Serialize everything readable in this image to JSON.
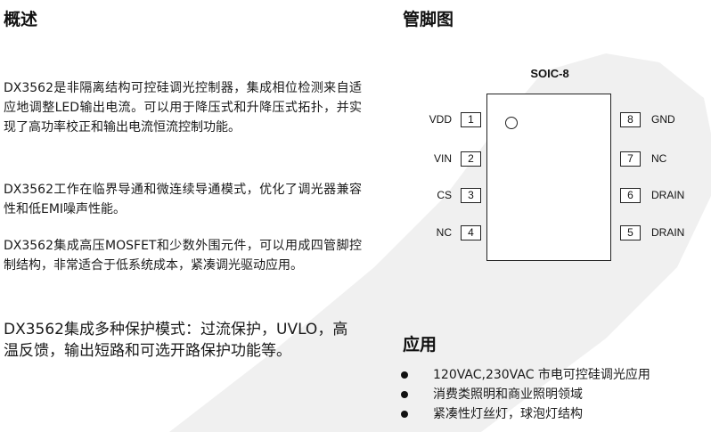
{
  "overview": {
    "heading": "概述",
    "paragraphs": [
      "DX3562是非隔离结构可控硅调光控制器，集成相位检测来自适应地调整LED输出电流。可以用于降压式和升降压式拓扑，并实现了高功率校正和输出电流恒流控制功能。",
      "DX3562工作在临界导通和微连续导通模式，优化了调光器兼容性和低EMI噪声性能。",
      "DX3562集成高压MOSFET和少数外围元件，可以用成四管脚控制结构，非常适合于低系统成本，紧凑调光驱动应用。",
      "DX3562集成多种保护模式：过流保护，UVLO，高温反馈，输出短路和可选开路保护功能等。"
    ]
  },
  "pinout": {
    "heading": "管脚图",
    "package": "SOIC-8",
    "left_pins": [
      {
        "num": "1",
        "name": "VDD"
      },
      {
        "num": "2",
        "name": "VIN"
      },
      {
        "num": "3",
        "name": "CS"
      },
      {
        "num": "4",
        "name": "NC"
      }
    ],
    "right_pins": [
      {
        "num": "8",
        "name": "GND"
      },
      {
        "num": "7",
        "name": "NC"
      },
      {
        "num": "6",
        "name": "DRAIN"
      },
      {
        "num": "5",
        "name": "DRAIN"
      }
    ]
  },
  "applications": {
    "heading": "应用",
    "items": [
      "120VAC,230VAC 市电可控硅调光应用",
      "消费类照明和商业照明领域",
      "紧凑性灯丝灯，球泡灯结构"
    ]
  },
  "watermark": {
    "color": "#ececec"
  }
}
